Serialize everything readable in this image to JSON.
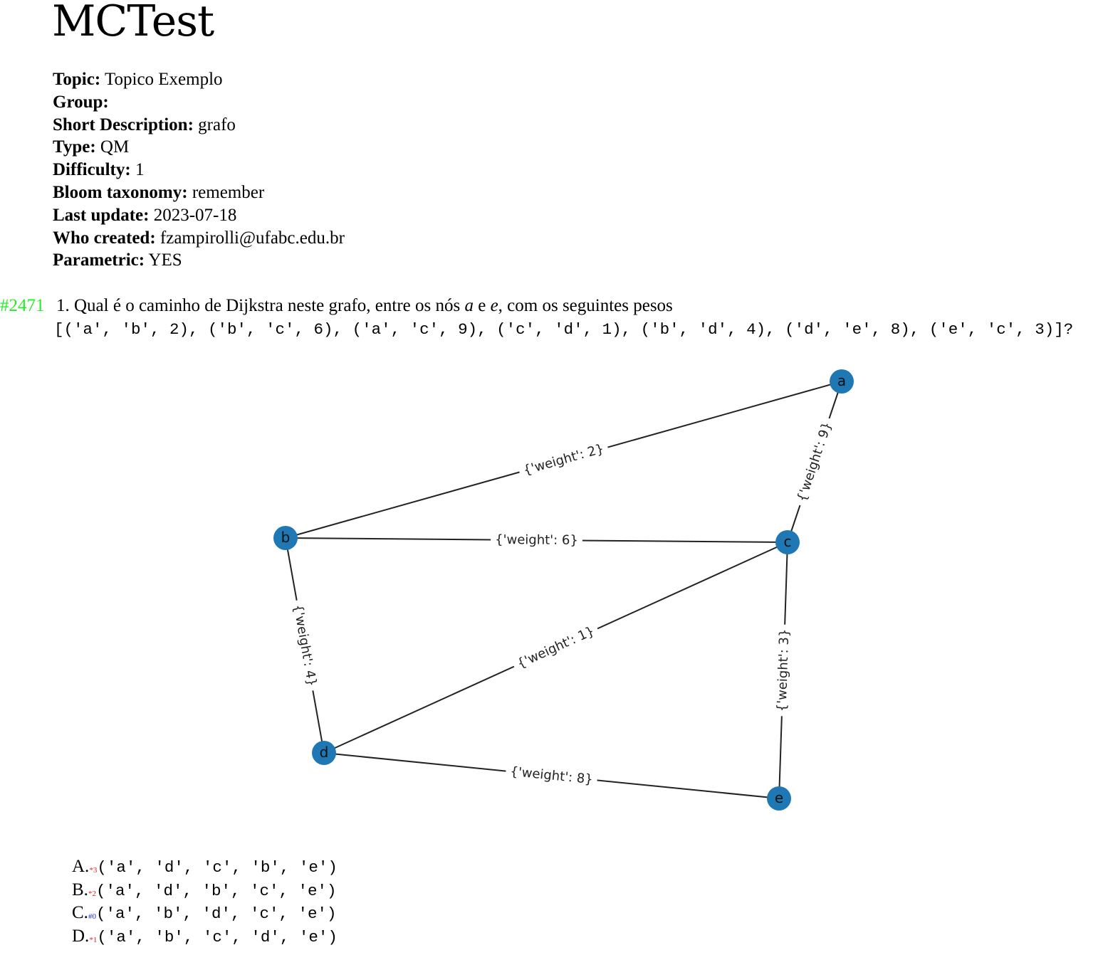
{
  "document": {
    "title": "MCTest"
  },
  "meta": {
    "topic_label": "Topic:",
    "topic_value": "Topico Exemplo",
    "group_label": "Group:",
    "group_value": "",
    "short_desc_label": "Short Description:",
    "short_desc_value": "grafo",
    "type_label": "Type:",
    "type_value": "QM",
    "difficulty_label": "Difficulty:",
    "difficulty_value": "1",
    "bloom_label": "Bloom taxonomy:",
    "bloom_value": "remember",
    "last_update_label": "Last update:",
    "last_update_value": "2023-07-18",
    "created_label": "Who created:",
    "created_value": "fzampirolli@ufabc.edu.br",
    "parametric_label": "Parametric:",
    "parametric_value": "YES"
  },
  "question": {
    "id": "#2471",
    "number": "1.",
    "text_before": "Qual é o caminho de Dijkstra neste grafo, entre os nós",
    "node_from": "a",
    "connector": "e",
    "node_to": "e",
    "text_after": ", com os seguintes pesos",
    "code": "[('a', 'b', 2), ('b', 'c', 6), ('a', 'c', 9), ('c', 'd', 1), ('b', 'd', 4), ('d', 'e', 8), ('e', 'c', 3)]?"
  },
  "graph": {
    "node_color": "#1f77b4",
    "nodes": [
      {
        "id": "a",
        "label": "a"
      },
      {
        "id": "b",
        "label": "b"
      },
      {
        "id": "c",
        "label": "c"
      },
      {
        "id": "d",
        "label": "d"
      },
      {
        "id": "e",
        "label": "e"
      }
    ],
    "edges": [
      {
        "from": "a",
        "to": "b",
        "label": "{'weight': 2}"
      },
      {
        "from": "b",
        "to": "c",
        "label": "{'weight': 6}"
      },
      {
        "from": "a",
        "to": "c",
        "label": "{'weight': 9}"
      },
      {
        "from": "c",
        "to": "d",
        "label": "{'weight': 1}"
      },
      {
        "from": "b",
        "to": "d",
        "label": "{'weight': 4}"
      },
      {
        "from": "d",
        "to": "e",
        "label": "{'weight': 8}"
      },
      {
        "from": "e",
        "to": "c",
        "label": "{'weight': 3}"
      }
    ]
  },
  "answers": [
    {
      "letter": "A.",
      "mark": "*3",
      "mark_color": "#e02020",
      "code": "('a', 'd', 'c', 'b', 'e')"
    },
    {
      "letter": "B.",
      "mark": "*2",
      "mark_color": "#e02020",
      "code": "('a', 'd', 'b', 'c', 'e')"
    },
    {
      "letter": "C.",
      "mark": "#0",
      "mark_color": "#2030d0",
      "code": "('a', 'b', 'd', 'c', 'e')"
    },
    {
      "letter": "D.",
      "mark": "*1",
      "mark_color": "#e02020",
      "code": "('a', 'b', 'c', 'd', 'e')"
    }
  ]
}
